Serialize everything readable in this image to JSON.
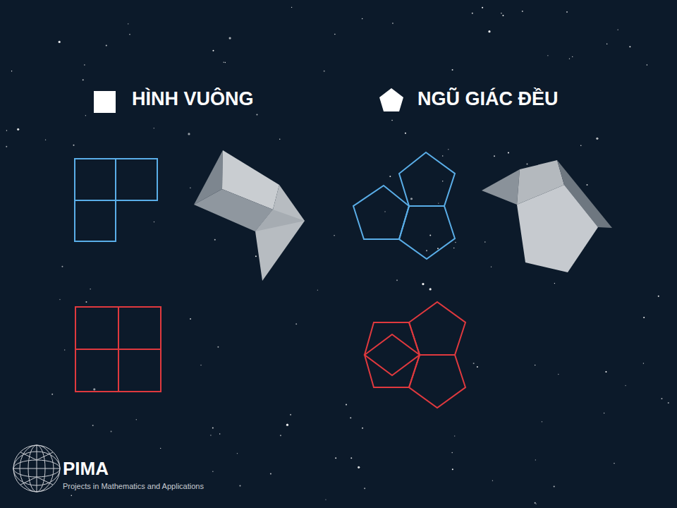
{
  "diagram": {
    "labels": [
      "HÌNH VUÔNG",
      "NGŨ GIÁC ĐỀU",
      "PIMA",
      "Projects in Mathematics and Applications"
    ]
  }
}
